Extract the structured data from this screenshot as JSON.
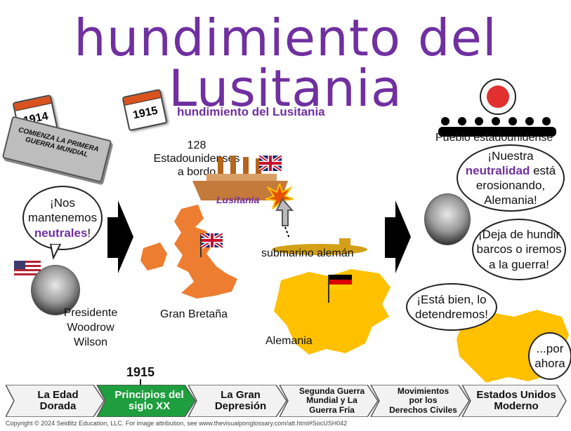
{
  "title": "hundimiento del Lusitania",
  "calendar_1914": {
    "year": "1914"
  },
  "newspaper_text": "COMIENZA LA PRIMERA GUERRA MUNDIAL",
  "calendar_1915": {
    "year": "1915"
  },
  "event_heading": "hundimiento del Lusitania",
  "wilson_bubble": {
    "line1": "¡Nos",
    "line2": "mantenemos",
    "highlight": "neutrales",
    "end": "!"
  },
  "wilson_label": {
    "line1": "Presidente",
    "line2": "Woodrow",
    "line3": "Wilson"
  },
  "ship_passengers": {
    "line1": "128 Estadounidenses",
    "line2": "a bordo"
  },
  "ship_name": "Lusitania",
  "sub_label": "submarino alemán",
  "uk_label": "Gran Bretaña",
  "germany_label": "Alemania",
  "public_label": "Pueblo estadounidense",
  "public_bubble": {
    "line1": "¡Nuestra",
    "highlight": "neutralidad",
    "line2_rest": " está",
    "line3": "erosionando,",
    "line4": "Alemania!"
  },
  "wilson2_bubble": {
    "line1": "¡Deja de hundir",
    "line2": "barcos o iremos",
    "line3": "a la guerra!"
  },
  "germany_bubble": {
    "line1": "¡Está bien, lo",
    "line2": "detendremos!"
  },
  "germany_bubble2": {
    "line1": "...por",
    "line2": "ahora"
  },
  "timeline_year": "1915",
  "timeline": [
    {
      "line1": "La Edad",
      "line2": "Dorada",
      "active": false
    },
    {
      "line1": "Principios del",
      "line2": "siglo XX",
      "active": true
    },
    {
      "line1": "La Gran",
      "line2": "Depresión",
      "active": false
    },
    {
      "line1": "Segunda Guerra",
      "line2": "Mundial y La",
      "line3": "Guerra Fría",
      "active": false
    },
    {
      "line1": "Movimientos",
      "line2": "por los",
      "line3": "Derechos Civiles",
      "active": false
    },
    {
      "line1": "Estados Unidos",
      "line2": "Moderno",
      "active": false
    }
  ],
  "copyright": "Copyright © 2024 Seidlitz Education, LLC. For image attribution, see www.thevisualponglossary.com/att.html#SocUSH042",
  "colors": {
    "accent": "#7030a0",
    "uk_map": "#ed7d31",
    "germany_map": "#ffc000",
    "active_tab": "#1e9e3e",
    "tab": "#f2f2f2"
  }
}
